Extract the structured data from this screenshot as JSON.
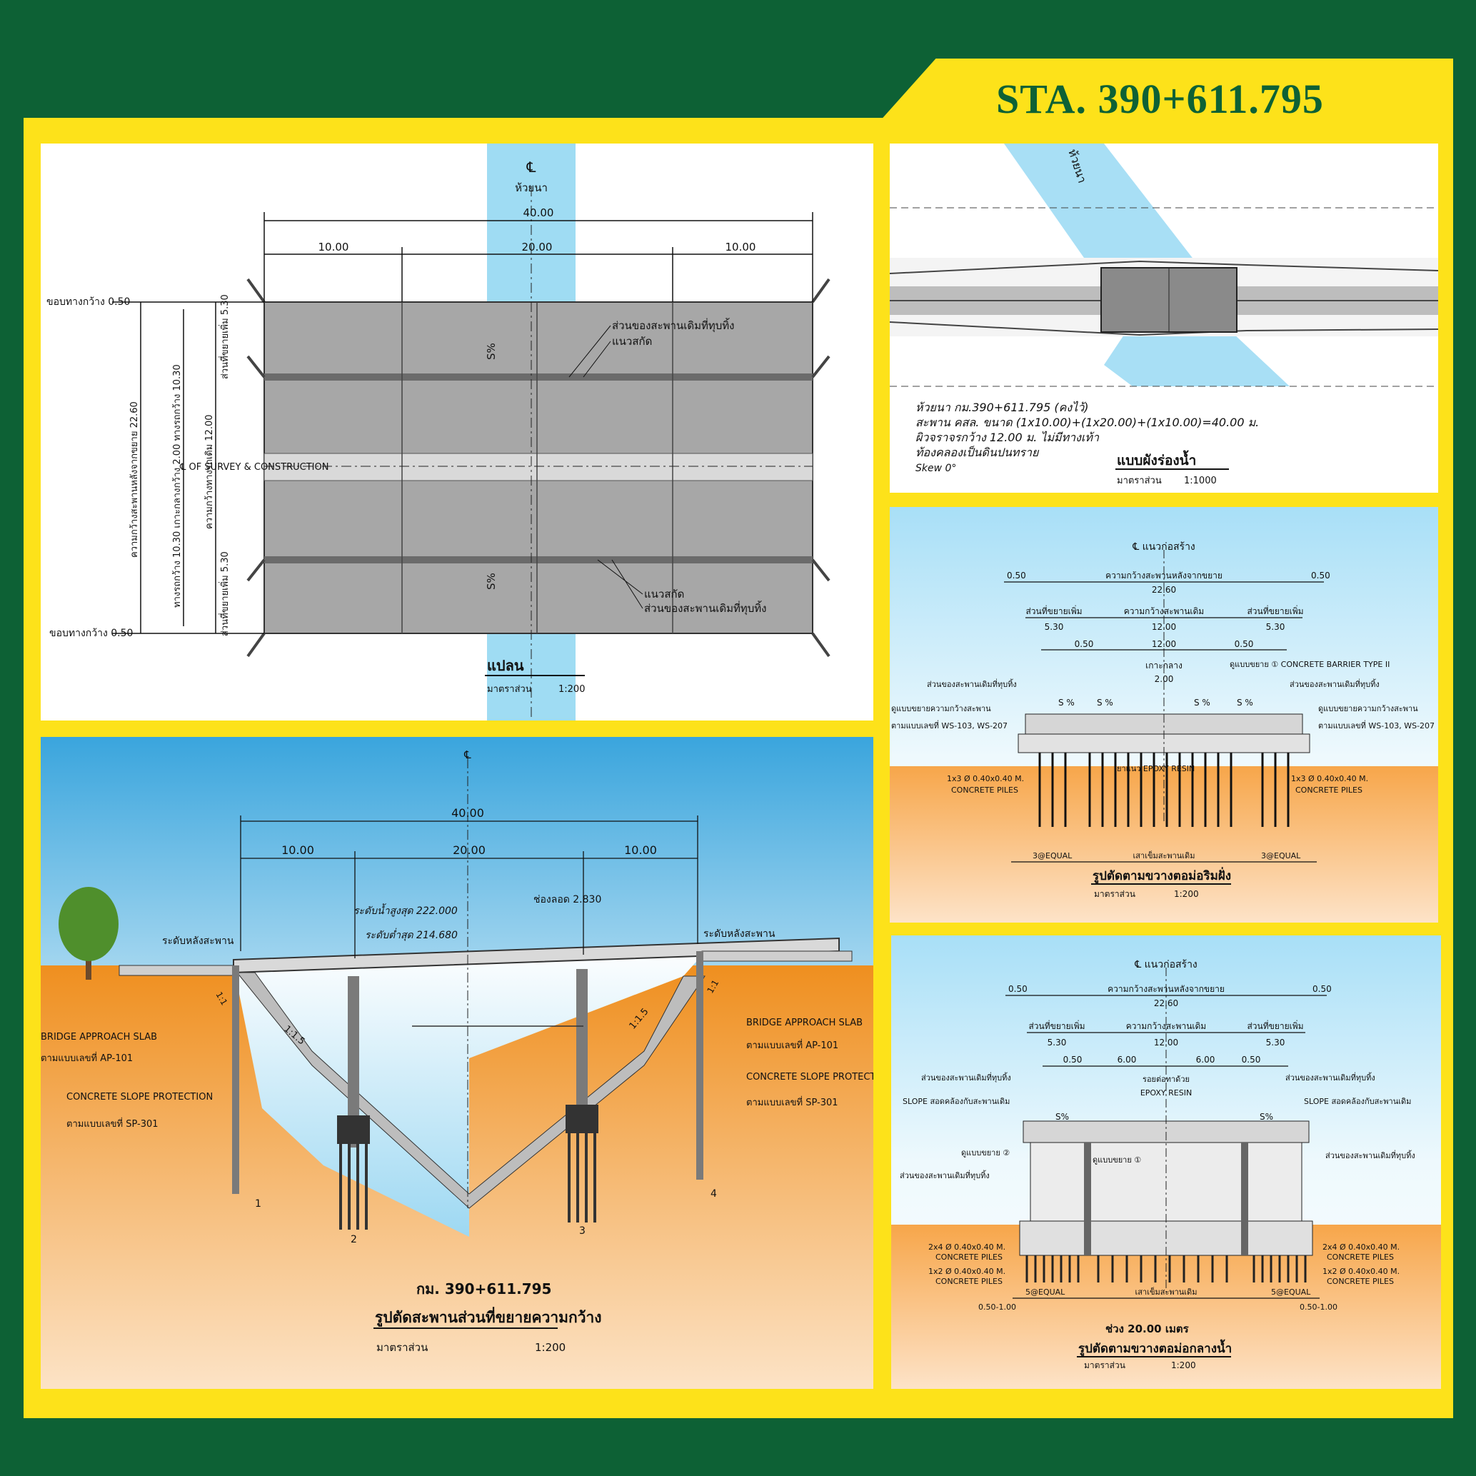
{
  "header": {
    "station": "STA. 390+611.795"
  },
  "plan": {
    "stream_cl": "℄",
    "stream_name": "ห้วยนา",
    "total_length": "40.00",
    "span_1": "10.00",
    "span_2": "20.00",
    "span_3": "10.00",
    "edge_top": "ขอบทางกว้าง 0.50",
    "edge_bottom": "ขอบทางกว้าง 0.50",
    "demolish_top": "ส่วนของสะพานเดิมที่ทุบทิ้ง",
    "cut_top": "แนวสกัด",
    "cut_bottom": "แนวสกัด",
    "demolish_bottom": "ส่วนของสะพานเดิมที่ทุบทิ้ง",
    "slope_top": "S%",
    "slope_bottom": "S%",
    "survey_line": "℄ OF SURVEY & CONSTRUCTION",
    "v_total": "ความกว้างสะพานหลังจากขยาย 22.60",
    "v_lanes": "ทางรถกว้าง 10.30 เกาะกลางกว้าง 2.00 ทางรถกว้าง 10.30",
    "v_existing": "ความกว้างทางรถเดิม 12.00",
    "v_widen_top": "ส่วนที่ขยายเพิ่ม 5.30",
    "v_widen_bottom": "ส่วนที่ขยายเพิ่ม 5.30",
    "caption": "แปลน",
    "scale_label": "มาตราส่วน",
    "scale": "1:200"
  },
  "location": {
    "stream_name": "ห้วยนา",
    "line1": "ห้วยนา กม.390+611.795 (คงไว้)",
    "line2": "สะพาน คสล. ขนาด (1x10.00)+(1x20.00)+(1x10.00)=40.00 ม.",
    "line3": "ผิวจราจรกว้าง 12.00 ม. ไม่มีทางเท้า",
    "line4": "ท้องคลองเป็นดินปนทราย",
    "line5": "Skew 0°",
    "caption": "แบบผังร่องน้ำ",
    "scale_label": "มาตราส่วน",
    "scale": "1:1000"
  },
  "abutment": {
    "cl": "℄ แนวก่อสร้าง",
    "edge_left": "0.50",
    "edge_right": "0.50",
    "total_label": "ความกว้างสะพานหลังจากขยาย",
    "total": "22.60",
    "widen_label_left": "ส่วนที่ขยายเพิ่ม",
    "widen_left": "5.30",
    "existing_label": "ความกว้างสะพานเดิม",
    "existing": "12.00",
    "widen_label_right": "ส่วนที่ขยายเพิ่ม",
    "widen_right": "5.30",
    "inner_left": "0.50",
    "inner_mid": "12.00",
    "inner_right": "0.50",
    "median_label": "เกาะกลาง",
    "median": "2.00",
    "barrier": "ดูแบบขยาย ① CONCRETE BARRIER TYPE II",
    "demolish_left": "ส่วนของสะพานเดิมที่ทุบทิ้ง",
    "demolish_right": "ส่วนของสะพานเดิมที่ทุบทิ้ง",
    "detail_left_1": "ดูแบบขยายความกว้างสะพาน",
    "detail_left_2": "ตามแบบเลขที่ WS-103, WS-207",
    "detail_right_1": "ดูแบบขยายความกว้างสะพาน",
    "detail_right_2": "ตามแบบเลขที่ WS-103, WS-207",
    "slope_1": "S %",
    "slope_2": "S %",
    "slope_3": "S %",
    "slope_4": "S %",
    "epoxy": "ยาแนว EPOXY RESIN",
    "piles_left_1": "1x3 Ø 0.40x0.40 M.",
    "piles_left_2": "CONCRETE PILES",
    "piles_right_1": "1x3 Ø 0.40x0.40 M.",
    "piles_right_2": "CONCRETE PILES",
    "equal_left": "3@EQUAL",
    "existing_piles": "เสาเข็มสะพานเดิม",
    "equal_right": "3@EQUAL",
    "caption": "รูปตัดตามขวางตอม่อริมฝั่ง",
    "scale_label": "มาตราส่วน",
    "scale": "1:200"
  },
  "section": {
    "cl": "℄",
    "total": "40.00",
    "span_1": "10.00",
    "span_2": "20.00",
    "span_3": "10.00",
    "high_water": "ระดับน้ำสูงสุด 222.000",
    "low_bed": "ระดับต่ำสุด 214.680",
    "clearance": "ช่องลอด 2.830",
    "deck_left": "ระดับหลังสะพาน",
    "deck_right": "ระดับหลังสะพาน",
    "slope_left": "1:1.5",
    "slope_right": "1:1.5",
    "ratio_left": "1:1",
    "ratio_right": "1:1",
    "approach_left_1": "BRIDGE APPROACH SLAB",
    "approach_left_2": "ตามแบบเลขที่ AP-101",
    "protect_left_1": "CONCRETE SLOPE PROTECTION",
    "protect_left_2": "ตามแบบเลขที่ SP-301",
    "approach_right_1": "BRIDGE APPROACH SLAB",
    "approach_right_2": "ตามแบบเลขที่ AP-101",
    "protect_right_1": "CONCRETE SLOPE PROTECTION",
    "protect_right_2": "ตามแบบเลขที่ SP-301",
    "pier_1": "1",
    "pier_2": "2",
    "pier_3": "3",
    "pier_4": "4",
    "km": "กม. 390+611.795",
    "caption": "รูปตัดสะพานส่วนที่ขยายความกว้าง",
    "scale_label": "มาตราส่วน",
    "scale": "1:200"
  },
  "pier": {
    "cl": "℄ แนวก่อสร้าง",
    "edge_left": "0.50",
    "edge_right": "0.50",
    "total_label": "ความกว้างสะพานหลังจากขยาย",
    "total": "22.60",
    "widen_label_left": "ส่วนที่ขยายเพิ่ม",
    "widen_left": "5.30",
    "existing_label": "ความกว้างสะพานเดิม",
    "existing": "12.00",
    "widen_label_right": "ส่วนที่ขยายเพิ่ม",
    "widen_right": "5.30",
    "inner_left": "0.50",
    "half_left": "6.00",
    "half_right": "6.00",
    "inner_right": "0.50",
    "joint": "รอยต่อทาด้วย",
    "epoxy": "EPOXY RESIN",
    "demolish_left": "ส่วนของสะพานเดิมที่ทุบทิ้ง",
    "demolish_right": "ส่วนของสะพานเดิมที่ทุบทิ้ง",
    "slope_left": "SLOPE สอดคล้องกับสะพานเดิม",
    "slope_right": "SLOPE สอดคล้องกับสะพานเดิม",
    "s_left": "S%",
    "s_right": "S%",
    "detail_2": "ดูแบบขยาย ②",
    "detail_1": "ดูแบบขยาย ①",
    "demolish_left_2": "ส่วนของสะพานเดิมที่ทุบทิ้ง",
    "demolish_right_2": "ส่วนของสะพานเดิมที่ทุบทิ้ง",
    "piles_a_left_1": "2x4 Ø 0.40x0.40 M.",
    "piles_a_left_2": "CONCRETE PILES",
    "piles_b_left_1": "1x2 Ø 0.40x0.40 M.",
    "piles_b_left_2": "CONCRETE PILES",
    "piles_a_right_1": "2x4 Ø 0.40x0.40 M.",
    "piles_a_right_2": "CONCRETE PILES",
    "piles_b_right_1": "1x2 Ø 0.40x0.40 M.",
    "piles_b_right_2": "CONCRETE PILES",
    "equal_left": "5@EQUAL",
    "existing_piles": "เสาเข็มสะพานเดิม",
    "equal_right": "5@EQUAL",
    "range_left": "0.50-1.00",
    "range_right": "0.50-1.00",
    "span": "ช่วง 20.00 เมตร",
    "caption": "รูปตัดตามขวางตอม่อกลางน้ำ",
    "scale_label": "มาตราส่วน",
    "scale": "1:200"
  }
}
